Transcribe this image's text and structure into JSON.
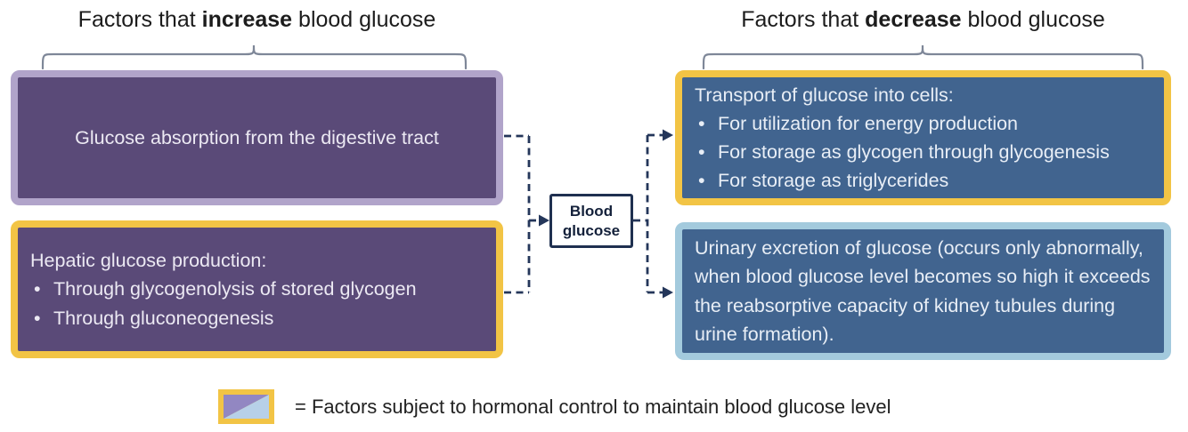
{
  "headings": {
    "increase": {
      "pre": "Factors that ",
      "bold": "increase",
      "post": " blood glucose"
    },
    "decrease": {
      "pre": "Factors that ",
      "bold": "decrease",
      "post": " blood glucose"
    }
  },
  "center_node": {
    "label": "Blood glucose"
  },
  "boxes": {
    "increase": [
      {
        "title": "Glucose absorption from the digestive tract",
        "bullets": []
      },
      {
        "title": "Hepatic glucose production:",
        "bullets": [
          "Through glycogenolysis of stored glycogen",
          "Through gluconeogenesis"
        ]
      }
    ],
    "decrease": [
      {
        "title": "Transport of glucose into cells:",
        "bullets": [
          "For utilization for energy production",
          "For storage as glycogen through glycogenesis",
          "For storage as triglycerides"
        ]
      },
      {
        "title": "Urinary excretion of glucose (occurs only abnormally, when blood glucose level becomes so high it exceeds the reabsorptive capacity of kidney tubules during urine formation).",
        "bullets": []
      }
    ]
  },
  "legend": {
    "label": "= Factors subject to hormonal control to maintain blood glucose level"
  },
  "colors": {
    "purple_fill": "#5a4a78",
    "lavender_border": "#b1a4ca",
    "gold_border": "#f2c445",
    "steel_blue_fill": "#41648f",
    "light_blue_border": "#a3cadd",
    "navy_connector": "#24365a",
    "brace_gray": "#7e8798",
    "legend_purple": "#9287c2",
    "legend_light_blue": "#b7d0e8"
  }
}
